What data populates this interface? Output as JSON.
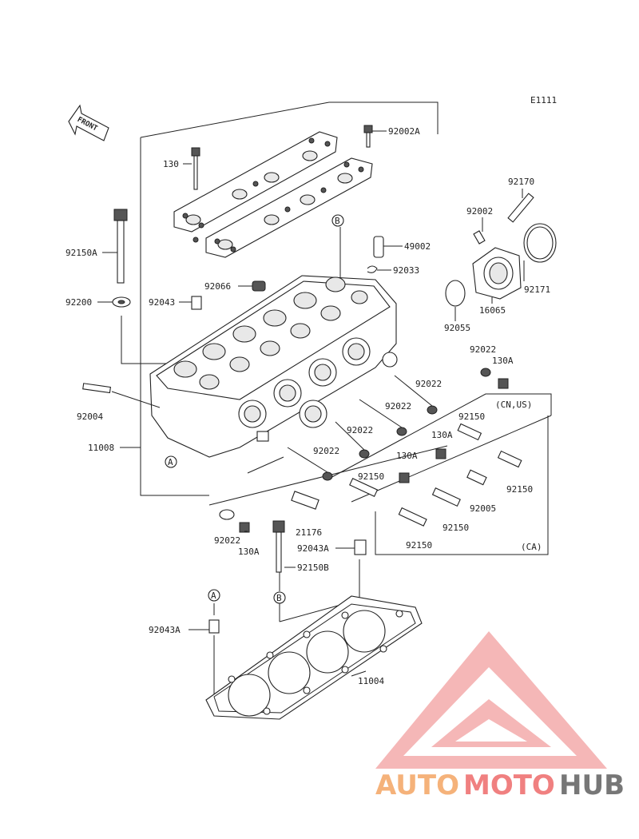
{
  "diagram": {
    "code": "E1111",
    "front_label": "FRONT",
    "refs": {
      "A": "A",
      "B": "B"
    },
    "group_cn_us": "(CN,US)",
    "group_ca": "(CA)",
    "labels": {
      "p92002A": "92002A",
      "p130_top": "130",
      "p92150A": "92150A",
      "p92200": "92200",
      "p92066": "92066",
      "p92043_top": "92043",
      "p49002": "49002",
      "p92033": "92033",
      "p92170": "92170",
      "p92002": "92002",
      "p92171": "92171",
      "p16065": "16065",
      "p92055": "92055",
      "p92022_a": "92022",
      "p130A_a": "130A",
      "p92022_b": "92022",
      "p92022_c": "92022",
      "p92022_d": "92022",
      "p92022_e": "92022",
      "p92004": "92004",
      "p11008": "11008",
      "cn_92150_a": "92150",
      "cn_130A_b": "130A",
      "cn_130A_c": "130A",
      "cn_92150_b": "92150",
      "cn_92150_c": "92150",
      "cn_92005": "92005",
      "ca_92150_a": "92150",
      "ca_92150_b": "92150",
      "p92022_f": "92022",
      "p130A_d": "130A",
      "p21176": "21176",
      "p92043A_a": "92043A",
      "p92150B": "92150B",
      "p92043A_b": "92043A",
      "p11004": "11004"
    }
  },
  "watermark": {
    "part1": "AUTO",
    "part2": "MOTO",
    "part3": "HUB",
    "color1": "#f5b27a",
    "color2": "#f08080",
    "color3": "#777777"
  }
}
